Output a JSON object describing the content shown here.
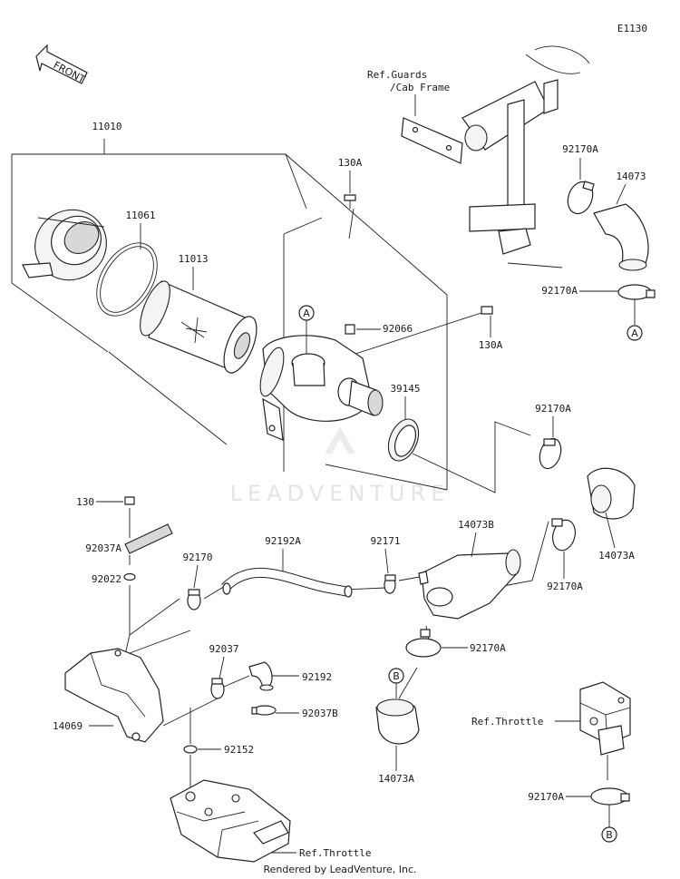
{
  "diagram_code": "E1130",
  "front_label": "FRONT",
  "watermark": "LEADVENTURE",
  "footer": "Rendered by LeadVenture, Inc.",
  "callouts": {
    "A": "A",
    "B": "B"
  },
  "labels": {
    "p11010": "11010",
    "p11061": "11061",
    "p11013": "11013",
    "p130A_top": "130A",
    "p130A_right": "130A",
    "p92066": "92066",
    "p39145": "39145",
    "ref_guards_1": "Ref.Guards",
    "ref_guards_2": "/Cab Frame",
    "p92170A_1": "92170A",
    "p14073": "14073",
    "p92170A_2": "92170A",
    "p92170A_3": "92170A",
    "p14073A_1": "14073A",
    "p92170A_4": "92170A",
    "p130": "130",
    "p92037A": "92037A",
    "p92022": "92022",
    "p92170": "92170",
    "p92192A": "92192A",
    "p92171": "92171",
    "p14073B": "14073B",
    "p92170A_5": "92170A",
    "p92037": "92037",
    "p92192": "92192",
    "p92037B": "92037B",
    "p14069": "14069",
    "p92152": "92152",
    "p14073A_2": "14073A",
    "ref_throttle_1": "Ref.Throttle",
    "p92170A_6": "92170A",
    "ref_throttle_2": "Ref.Throttle"
  }
}
